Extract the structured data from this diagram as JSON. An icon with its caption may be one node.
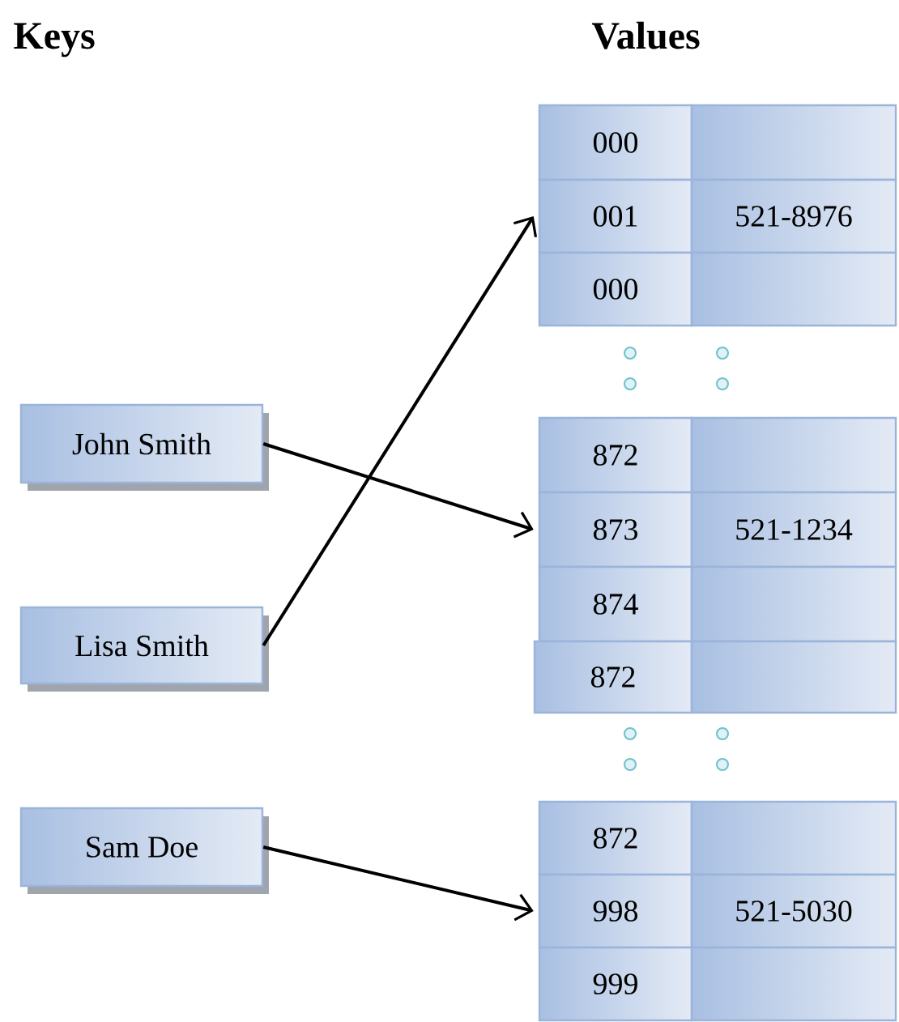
{
  "diagram": {
    "nodes": [
      {
        "text": [
          "John Smith"
        ]
      },
      {
        "text": [
          "Lisa Smith"
        ]
      },
      {
        "text": [
          "Sam Doe"
        ]
      },
      {
        "text": [
          "000"
        ]
      },
      {
        "text": [],
        "shape": "box"
      },
      {
        "text": [
          "001"
        ]
      },
      {
        "text": [
          "521-8976"
        ]
      },
      {
        "text": [
          "000"
        ]
      },
      {
        "text": [],
        "shape": "box"
      },
      {
        "text": [
          "872"
        ]
      },
      {
        "text": [],
        "shape": "box"
      },
      {
        "text": [
          "873"
        ]
      },
      {
        "text": [
          "521-1234"
        ]
      },
      {
        "text": [
          "874"
        ]
      },
      {
        "text": [],
        "shape": "box"
      },
      {
        "text": [
          "872"
        ]
      },
      {
        "text": [],
        "shape": "box"
      },
      {
        "text": [
          "872"
        ]
      },
      {
        "text": [],
        "shape": "box"
      },
      {
        "text": [
          "998"
        ]
      },
      {
        "text": [
          "521-5030"
        ]
      },
      {
        "text": [
          "999"
        ]
      },
      {
        "text": [],
        "shape": "box"
      }
    ],
    "edges": [
      {
        "from": 0,
        "to": 11,
        "arrow": "to"
      },
      {
        "from": 1,
        "to": 5,
        "arrow": "to"
      },
      {
        "from": 2,
        "to": 19,
        "arrow": "to"
      }
    ],
    "labels": [
      "Keys",
      "Values"
    ]
  }
}
